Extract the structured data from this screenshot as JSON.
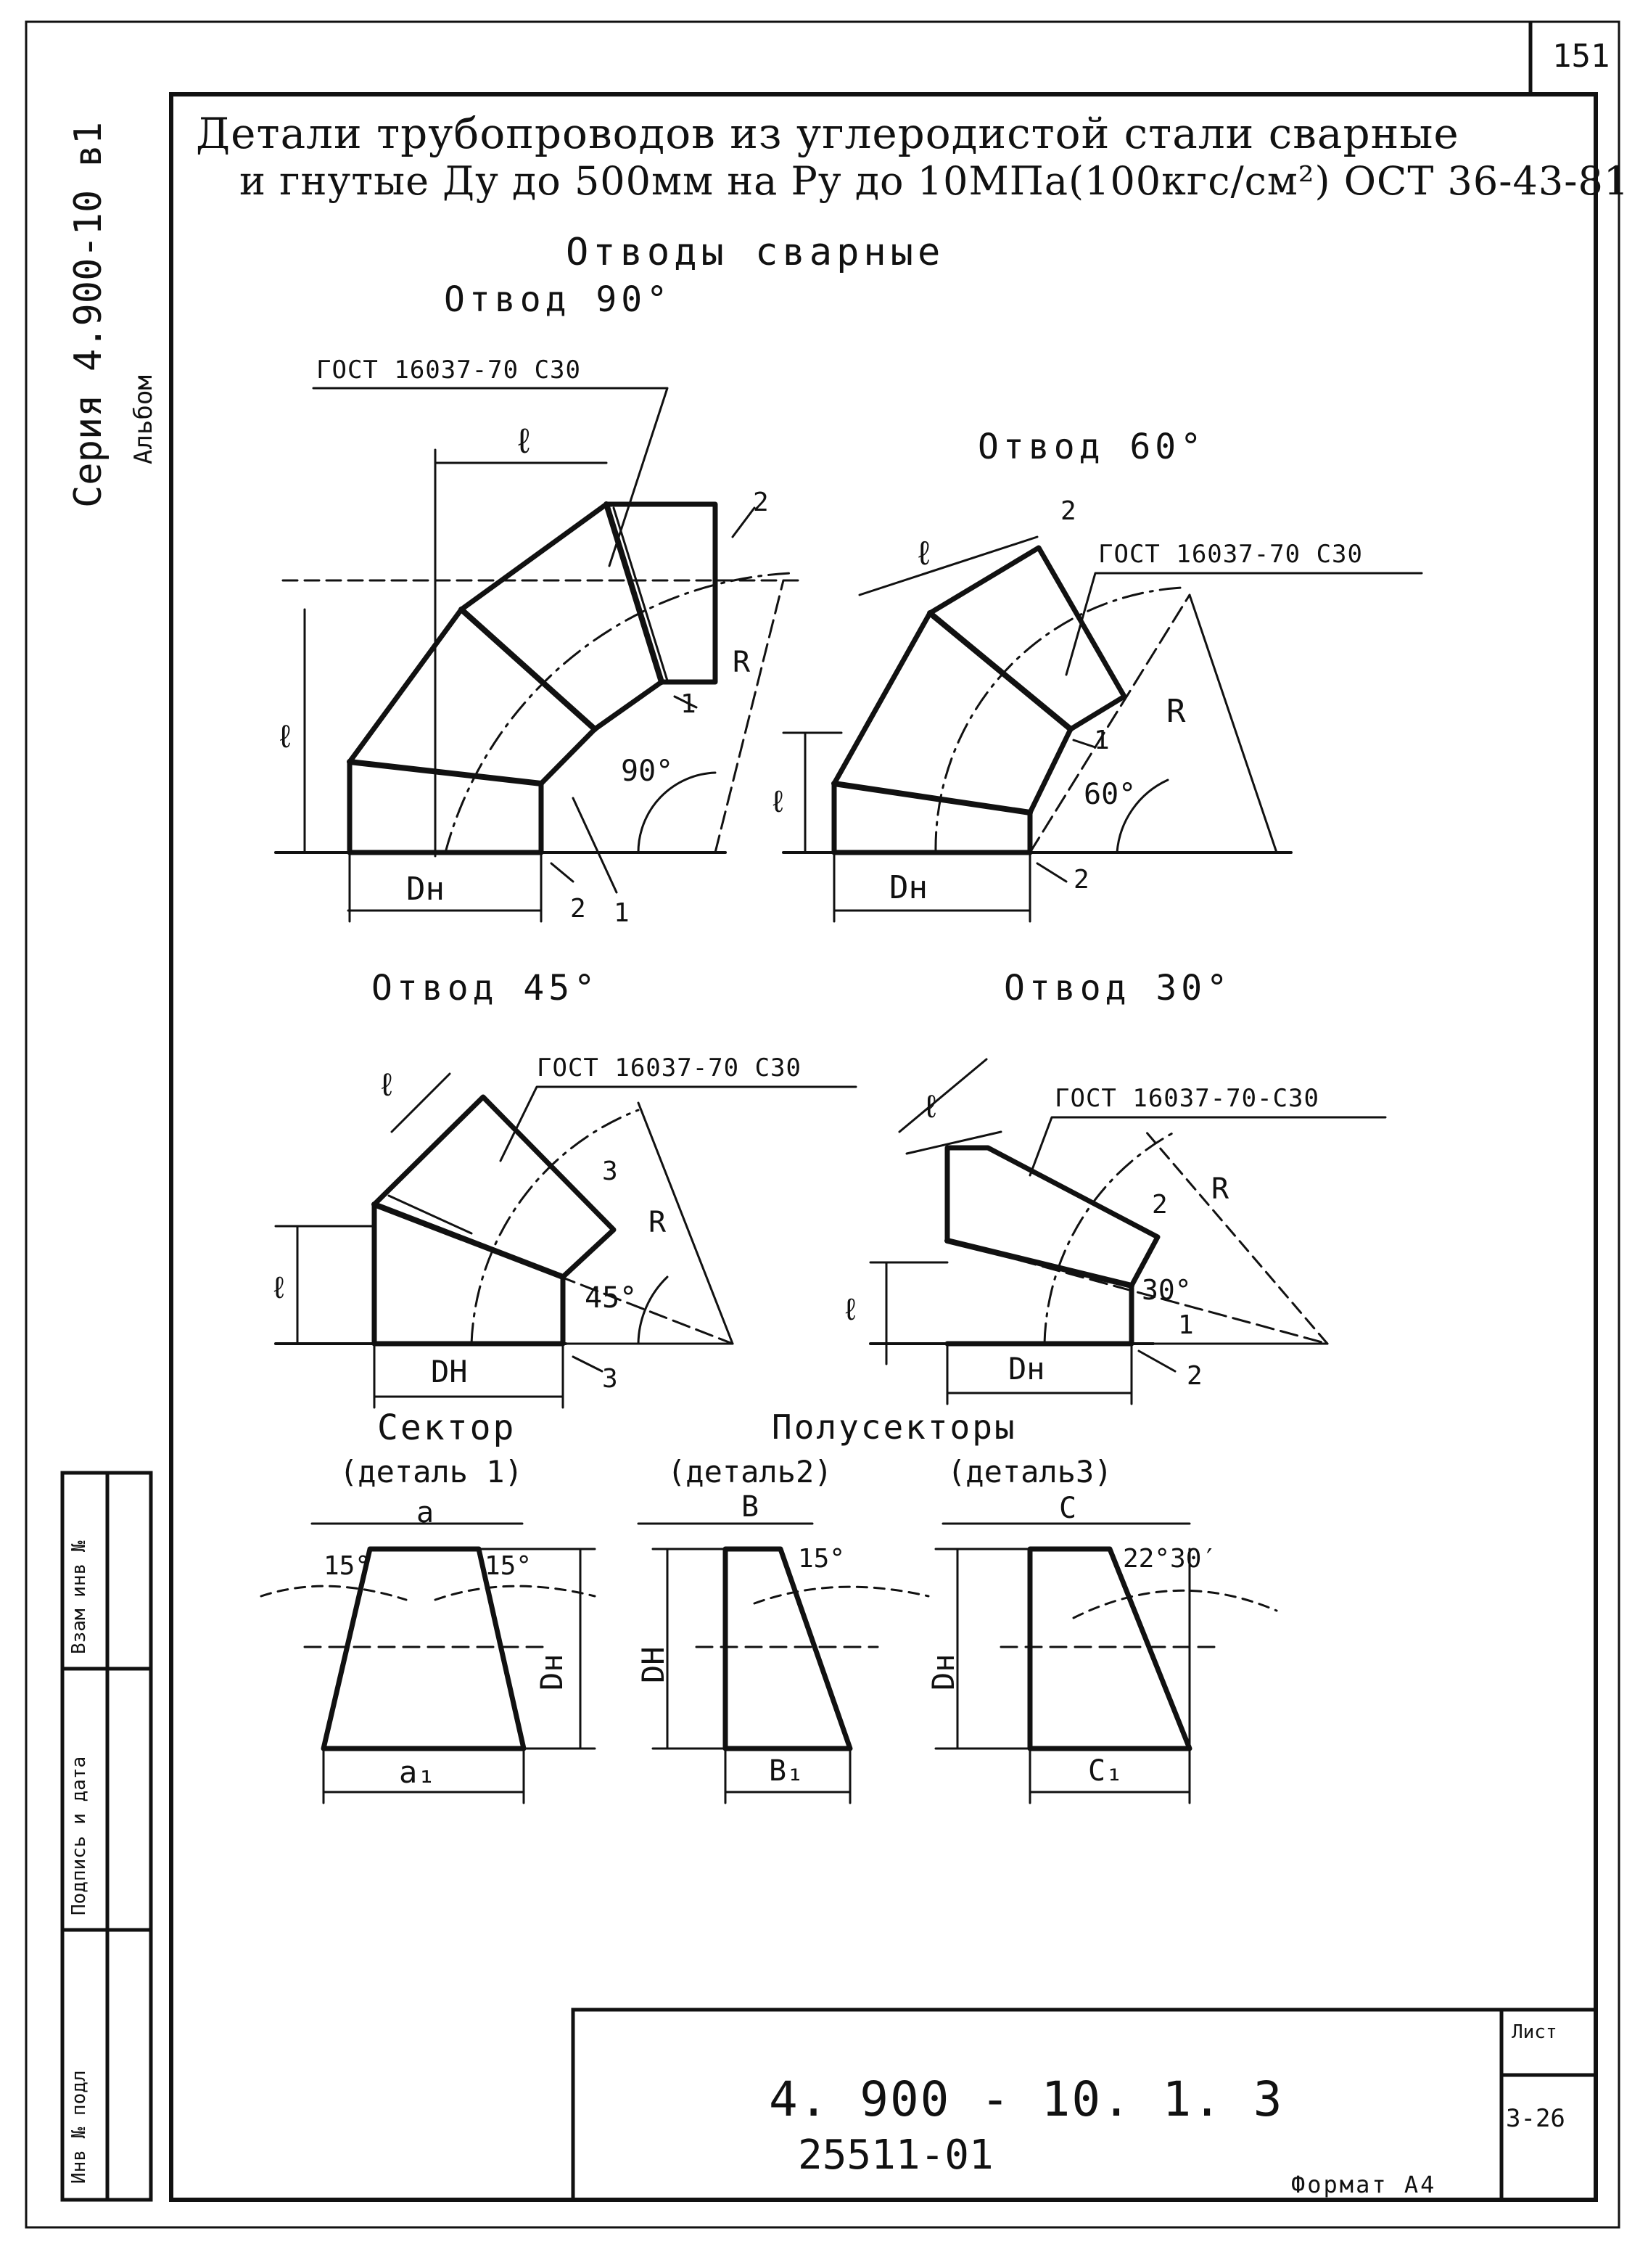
{
  "sheet_number": "151",
  "header": {
    "line1": "Детали трубопроводов из углеродистой стали сварные",
    "line2": "и гнутые Ду до 500мм на Ру до 10МПа(100кгс/см²) ОСТ 36-43-81"
  },
  "section_title": "Отводы сварные",
  "side": {
    "series": "Серия 4.900-10 в1",
    "album": "Альбом"
  },
  "stamp_labels": {
    "inv_podl": "Инв № подл",
    "podpis": "Подпись и дата",
    "vzam": "Взам инв №"
  },
  "weld_mark": "ГОСТ 16037-70 С30",
  "weld_mark_30": "ГОСТ 16037-70-С30",
  "elbow90": {
    "title": "Отвод 90°",
    "dim_l": "ℓ",
    "dim_dn": "Dн",
    "dim_r": "R",
    "angle": "90°",
    "callouts": [
      "1",
      "2",
      "2",
      "1"
    ]
  },
  "elbow60": {
    "title": "Отвод 60°",
    "dim_l": "ℓ",
    "dim_dn": "Dн",
    "dim_r": "R",
    "angle": "60°",
    "callouts": [
      "2",
      "1",
      "2"
    ]
  },
  "elbow45": {
    "title": "Отвод 45°",
    "dim_l": "ℓ",
    "dim_dn": "DH",
    "dim_r": "R",
    "angle": "45°",
    "callouts": [
      "3",
      "3"
    ]
  },
  "elbow30": {
    "title": "Отвод 30°",
    "dim_l": "ℓ",
    "dim_dn": "Dн",
    "dim_r": "R",
    "angle": "30°",
    "callouts": [
      "2",
      "1",
      "2"
    ]
  },
  "sector": {
    "title": "Сектор",
    "subtitle": "(деталь 1)",
    "top": "a",
    "bottom": "a₁",
    "height": "Dн",
    "angle_left": "15°",
    "angle_right": "15°"
  },
  "half_sectors_title": "Полусекторы",
  "half2": {
    "subtitle": "(деталь2)",
    "top": "B",
    "bottom": "B₁",
    "height": "DH",
    "angle": "15°"
  },
  "half3": {
    "subtitle": "(деталь3)",
    "top": "C",
    "bottom": "C₁",
    "height": "Dн",
    "angle": "22°30′"
  },
  "title_block": {
    "designation": "4. 900 - 10. 1. 3",
    "sheet_label": "Лист",
    "sheet_value": "3-26"
  },
  "bottom_number": "25511-01",
  "format_label": "Формат А4"
}
